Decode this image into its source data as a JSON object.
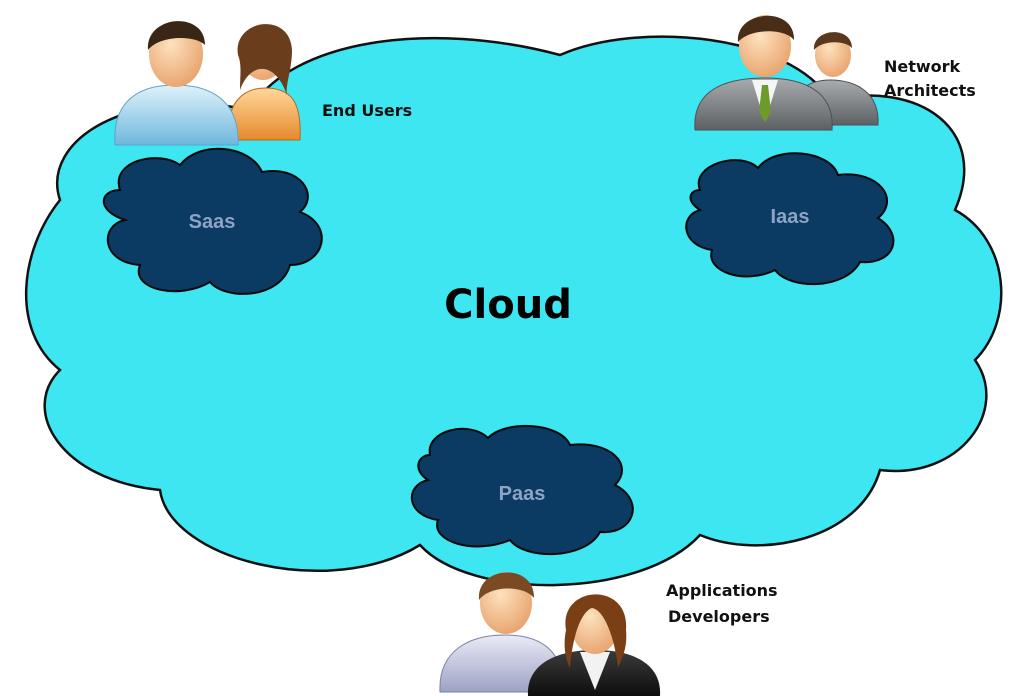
{
  "diagram": {
    "title": "Cloud",
    "services": {
      "saas": "Saas",
      "iaas": "Iaas",
      "paas": "Paas"
    },
    "actors": {
      "end_users": {
        "line1": "End Users"
      },
      "network_architects": {
        "line1": "Network",
        "line2": "Architects"
      },
      "app_developers": {
        "line1": "Applications",
        "line2": "Developers"
      }
    }
  },
  "colors": {
    "main_cloud_fill": "#3ee6f2",
    "service_cloud_fill": "#0b3a63",
    "service_text": "#8fa3c4",
    "outline": "#111111"
  }
}
